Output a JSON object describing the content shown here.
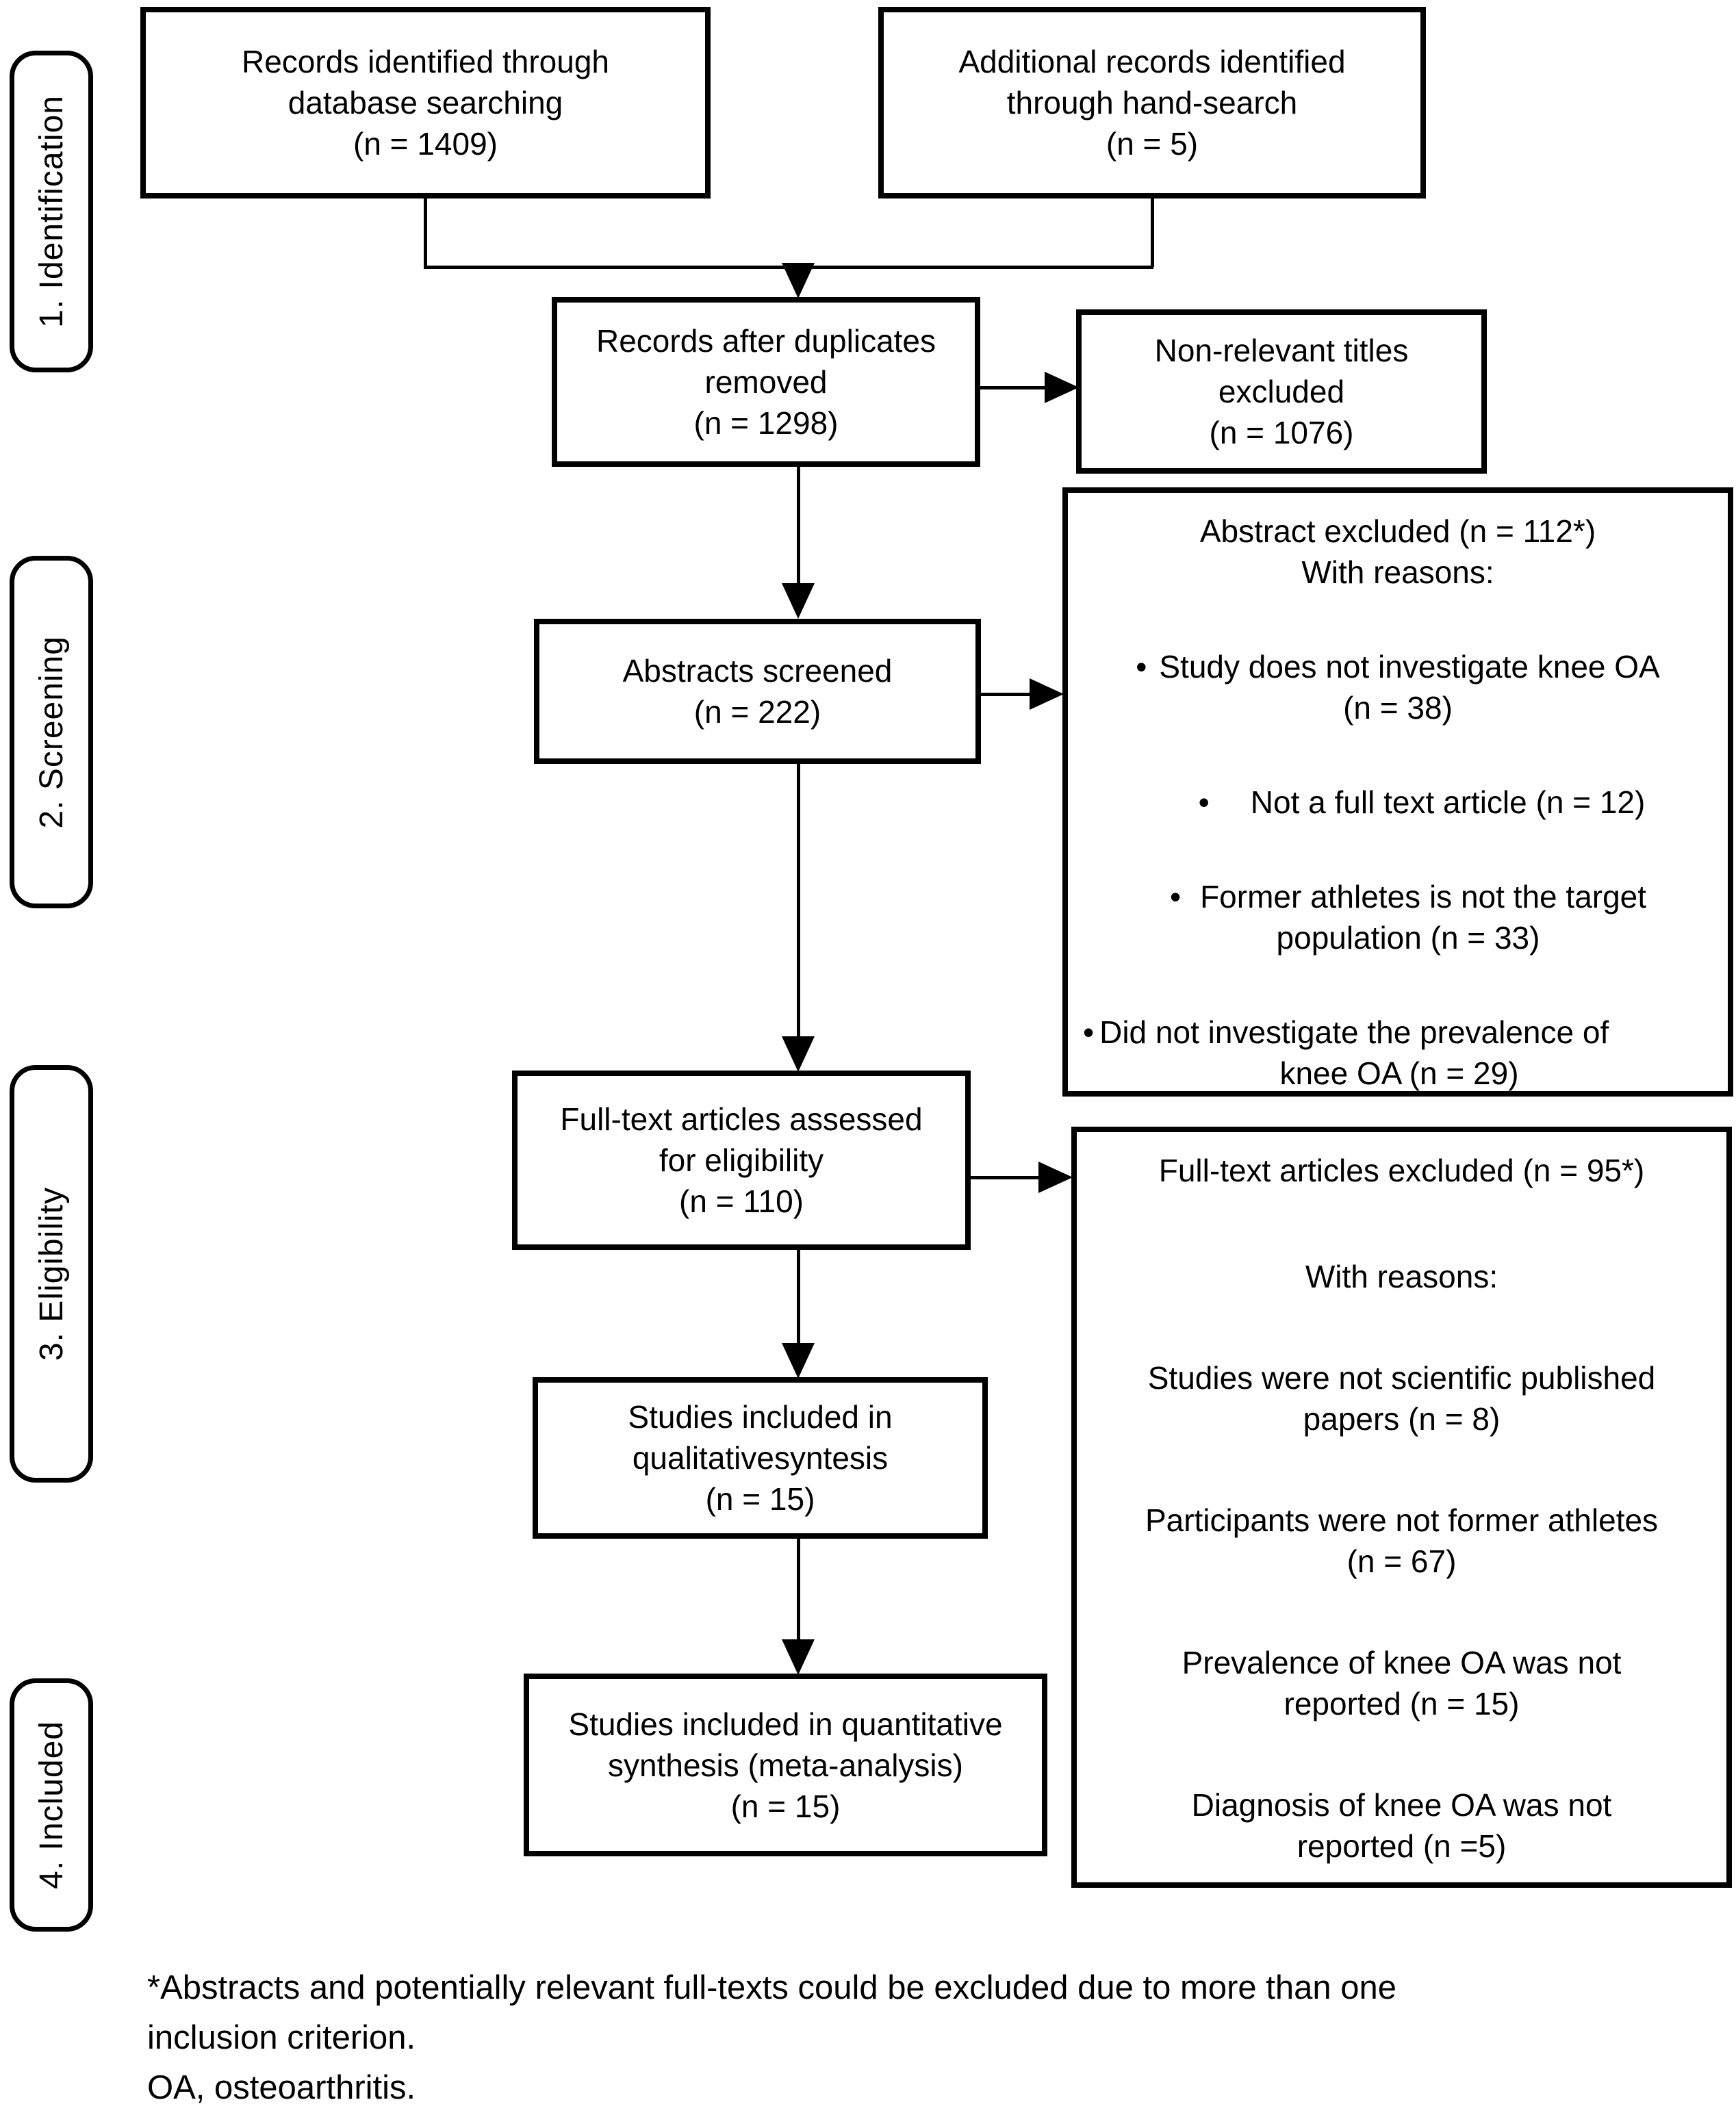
{
  "colors": {
    "ink": "#000000",
    "paper": "#ffffff"
  },
  "sidebar": {
    "stages": [
      {
        "label": "1. Identification"
      },
      {
        "label": "2. Screening"
      },
      {
        "label": "3. Eligibility"
      },
      {
        "label": "4. Included"
      }
    ]
  },
  "flow": {
    "db_search": {
      "lines": [
        "Records identified through",
        "database searching",
        "(n = 1409)"
      ]
    },
    "hand_search": {
      "lines": [
        "Additional records identified",
        "through hand-search",
        "(n = 5)"
      ]
    },
    "duplicates_removed": {
      "lines": [
        "Records after duplicates",
        "removed",
        "(n = 1298)"
      ]
    },
    "titles_excluded": {
      "lines": [
        "Non-relevant titles",
        "excluded",
        "(n = 1076)"
      ]
    },
    "abstracts_screened": {
      "lines": [
        "Abstracts screened",
        "(n = 222)"
      ]
    },
    "fulltext_assessed": {
      "lines": [
        "Full-text articles assessed",
        "for eligibility",
        "(n = 110)"
      ]
    },
    "qualitative": {
      "lines": [
        "Studies included in",
        "qualitativesyntesis",
        "(n = 15)"
      ]
    },
    "quantitative": {
      "lines": [
        "Studies included in quantitative",
        "synthesis (meta-analysis)",
        "(n = 15)"
      ]
    }
  },
  "abstract_excluded": {
    "title": "Abstract excluded (n = 112*)",
    "subtitle": "With reasons:",
    "bullet": "•",
    "items": [
      {
        "line1": "Study does not investigate knee OA",
        "line2": "(n = 38)"
      },
      {
        "line1": "Not a full text article (n = 12)",
        "line2": ""
      },
      {
        "line1": "Former athletes is not the target",
        "line2": "population (n = 33)"
      },
      {
        "line1": "Did not investigate the prevalence of",
        "line2": "knee OA (n = 29)"
      }
    ]
  },
  "fulltext_excluded": {
    "title": "Full-text articles excluded (n = 95*)",
    "subtitle": "With reasons:",
    "reasons": [
      {
        "line1": "Studies were not scientific published",
        "line2": "papers (n = 8)"
      },
      {
        "line1": "Participants were not former athletes",
        "line2": "(n = 67)"
      },
      {
        "line1": "Prevalence of knee OA was not",
        "line2": "reported (n = 15)"
      },
      {
        "line1": "Diagnosis of knee OA was not",
        "line2": "reported (n =5)"
      }
    ]
  },
  "footnote": {
    "line1": "*Abstracts and potentially relevant full-texts could be excluded due to more than one",
    "line2": "inclusion criterion.",
    "line3": "OA, osteoarthritis."
  }
}
